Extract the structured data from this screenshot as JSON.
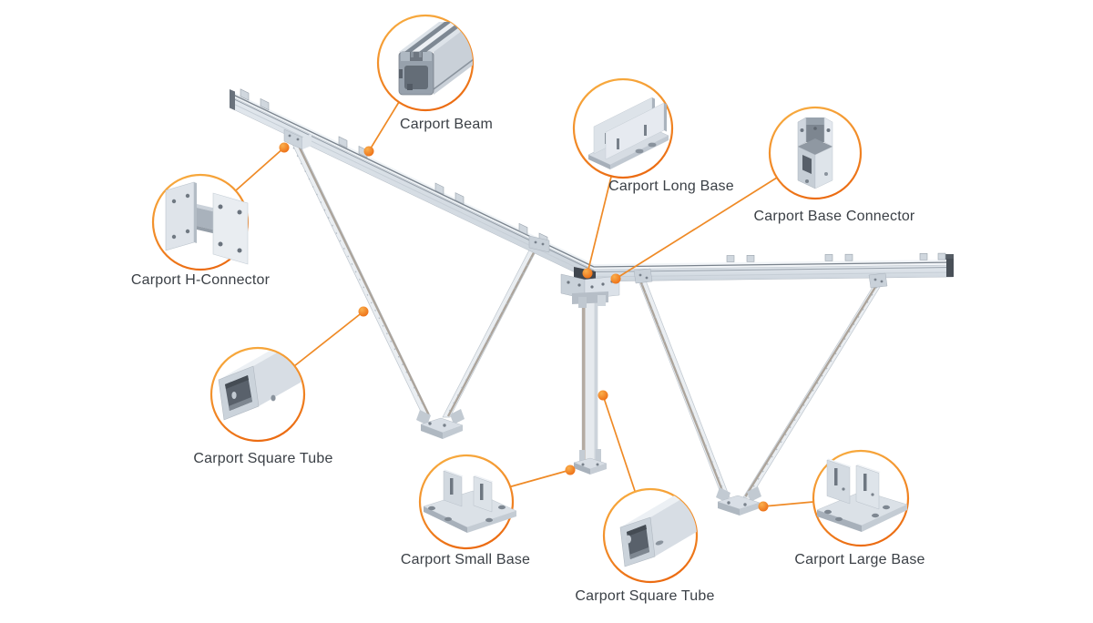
{
  "diagram_title": "",
  "parts": [
    {
      "id": "carport-beam",
      "label": "Carport Beam"
    },
    {
      "id": "carport-long-base",
      "label": "Carport Long Base"
    },
    {
      "id": "carport-base-connector",
      "label": "Carport Base Connector"
    },
    {
      "id": "carport-h-connector",
      "label": "Carport H-Connector"
    },
    {
      "id": "carport-square-tube-left",
      "label": "Carport Square Tube"
    },
    {
      "id": "carport-small-base",
      "label": "Carport Small Base"
    },
    {
      "id": "carport-square-tube-bottom",
      "label": "Carport Square Tube"
    },
    {
      "id": "carport-large-base",
      "label": "Carport Large Base"
    }
  ],
  "colors": {
    "background": "#FFFFFF",
    "label_text": "#3B4046",
    "callout_ring_top": "#F7A93D",
    "callout_ring_bottom": "#EB6A11",
    "leader_line": "#EF8A26",
    "anchor_dot": "#ED7314",
    "metal_light": "#EFF3F6",
    "metal_mid": "#D7DDE4",
    "metal_dark": "#9AA3AD",
    "metal_interior": "#59616B",
    "brace_shadow": "#ACA49B"
  }
}
